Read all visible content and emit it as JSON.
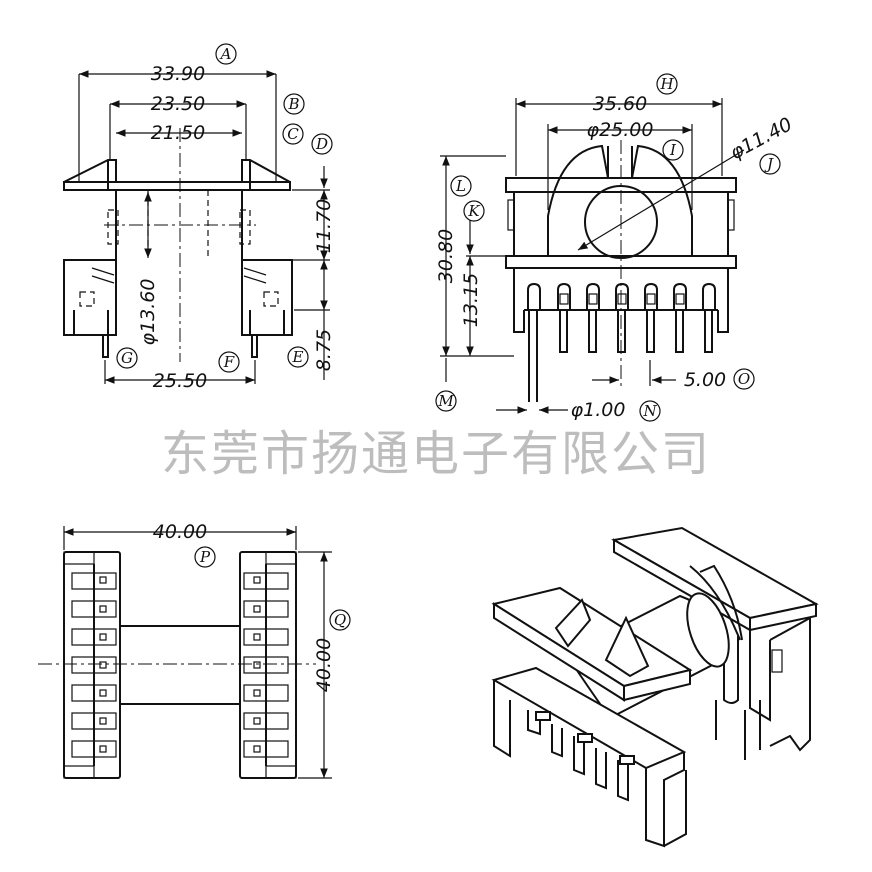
{
  "watermark": "东莞市扬通电子有限公司",
  "dimensions": {
    "d1": "33.90",
    "d2": "23.50",
    "d3": "21.50",
    "d4": "11.70",
    "d5": "φ13.60",
    "d6": "25.50",
    "d7": "8.75",
    "d8": "35.60",
    "d9": "φ25.00",
    "d10": "φ11.40",
    "d11": "30.80",
    "d12": "13.15",
    "d13": "5.00",
    "d14": "φ1.00",
    "d15": "40.00",
    "d16": "40.00"
  },
  "labels": {
    "A": "A",
    "B": "B",
    "C": "C",
    "D": "D",
    "E": "E",
    "F": "F",
    "G": "G",
    "H": "H",
    "I": "I",
    "J": "J",
    "K": "K",
    "L": "L",
    "M": "M",
    "N": "N",
    "O": "O",
    "P": "P",
    "Q": "Q"
  }
}
